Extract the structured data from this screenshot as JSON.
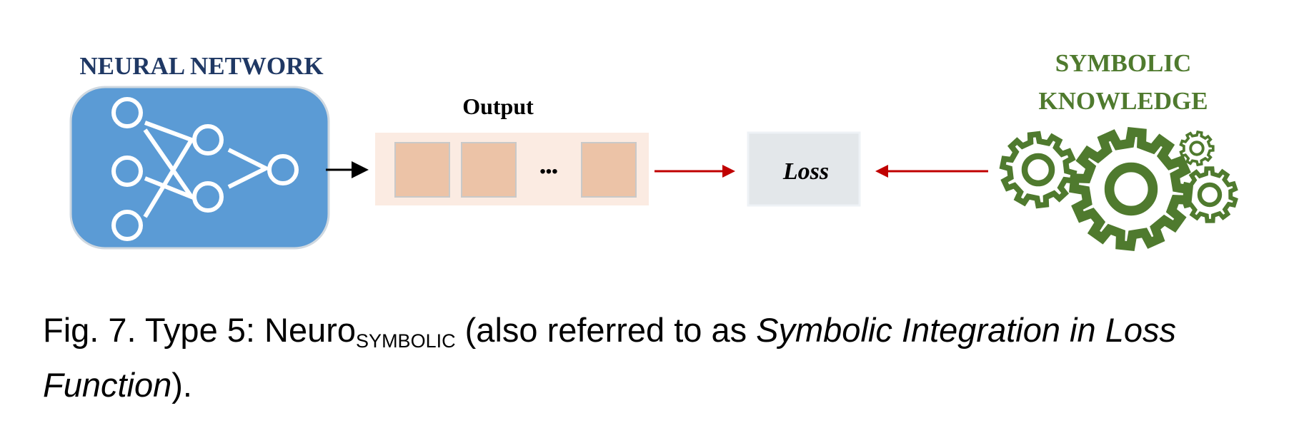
{
  "neural_network": {
    "title": "NEURAL NETWORK",
    "color": "#1f3864",
    "box_color": "#5b9bd5"
  },
  "output": {
    "label": "Output",
    "ellipsis": "•••"
  },
  "loss": {
    "label": "Loss"
  },
  "symbolic": {
    "title_line1": "SYMBOLIC",
    "title_line2": "KNOWLEDGE",
    "color": "#4f7a2e"
  },
  "caption": {
    "prefix": "Fig. 7. Type 5: Neuro",
    "subscript": "SYMBOLIC",
    "middle": " (also referred to as ",
    "italic1": "Symbolic Integration in Loss Function",
    "suffix": ")."
  }
}
